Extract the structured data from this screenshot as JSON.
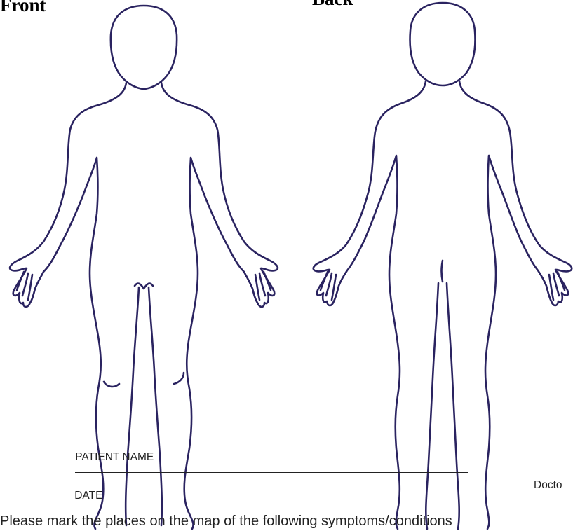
{
  "headings": {
    "front": "Front",
    "back": "Back"
  },
  "form": {
    "patient_name_label": "PATIENT NAME",
    "date_label": "DATE",
    "doctor_label": "Docto"
  },
  "instructions": "Please mark the places on the map of the following symptoms/conditions",
  "colors": {
    "outline": "#2a2360",
    "text": "#222222"
  }
}
